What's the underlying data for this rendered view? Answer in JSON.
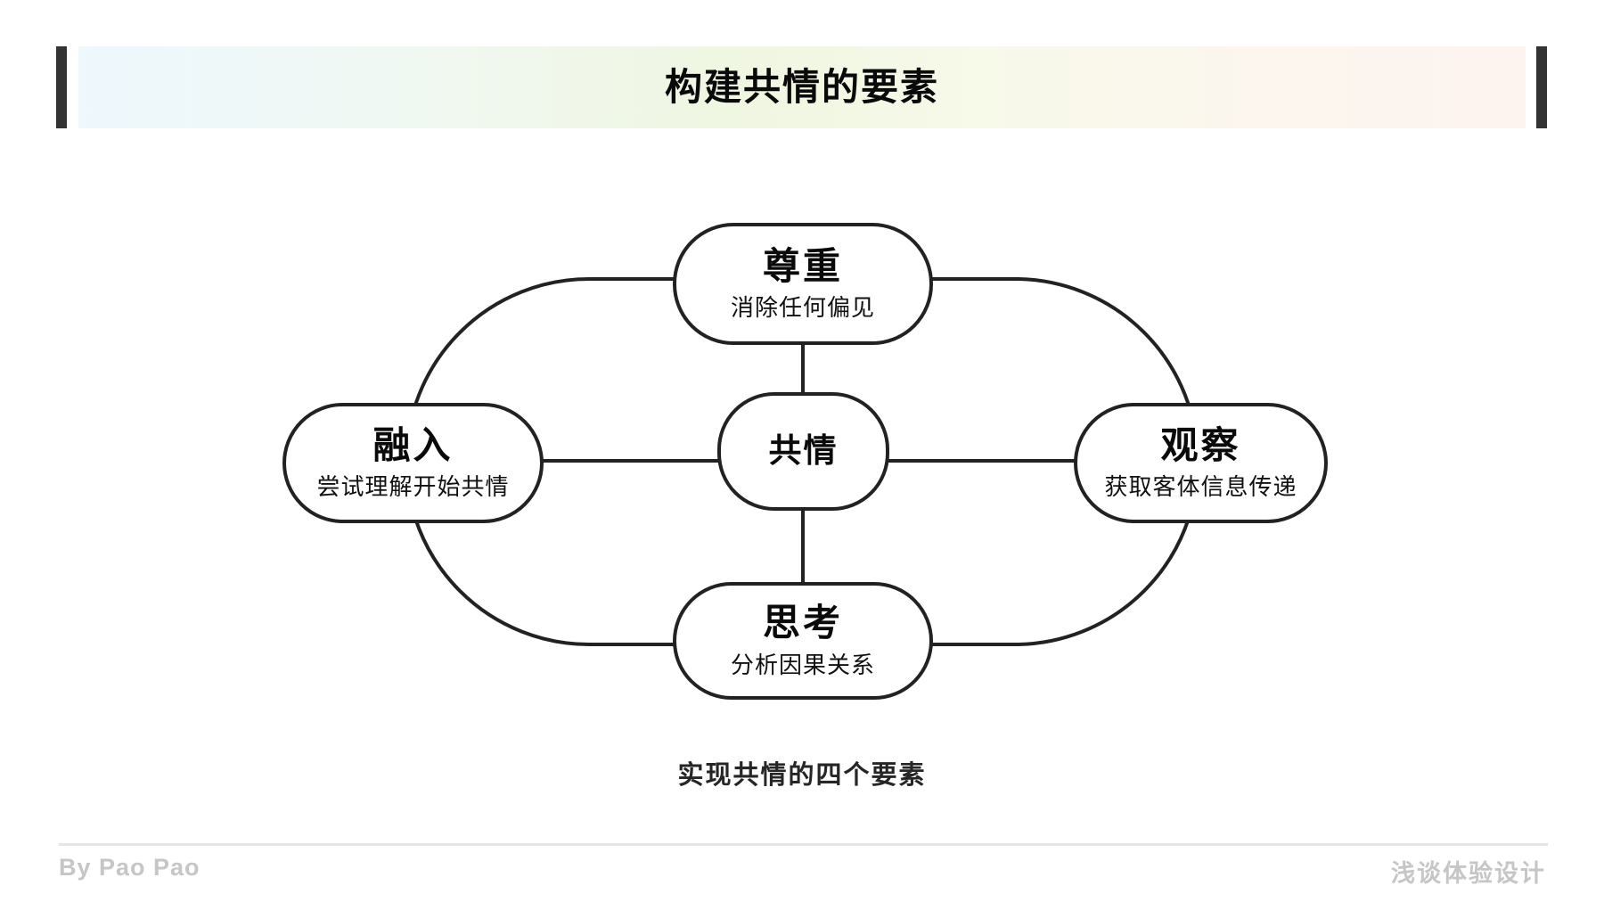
{
  "header": {
    "title": "构建共情的要素"
  },
  "diagram": {
    "center": {
      "title": "共情"
    },
    "nodes": {
      "top": {
        "title": "尊重",
        "subtitle": "消除任何偏见"
      },
      "left": {
        "title": "融入",
        "subtitle": "尝试理解开始共情"
      },
      "right": {
        "title": "观察",
        "subtitle": "获取客体信息传递"
      },
      "bottom": {
        "title": "思考",
        "subtitle": "分析因果关系"
      }
    },
    "caption": "实现共情的四个要素"
  },
  "footer": {
    "author": "By Pao Pao",
    "brand": "浅谈体验设计"
  },
  "colors": {
    "stroke": "#222222",
    "header_endcap": "#333333",
    "gradient_left": "#eef8fd",
    "gradient_mid": "#eff6e1",
    "gradient_right": "#fdf4f0",
    "footer_text": "#c6c6c6",
    "divider": "#e5e5e5"
  }
}
